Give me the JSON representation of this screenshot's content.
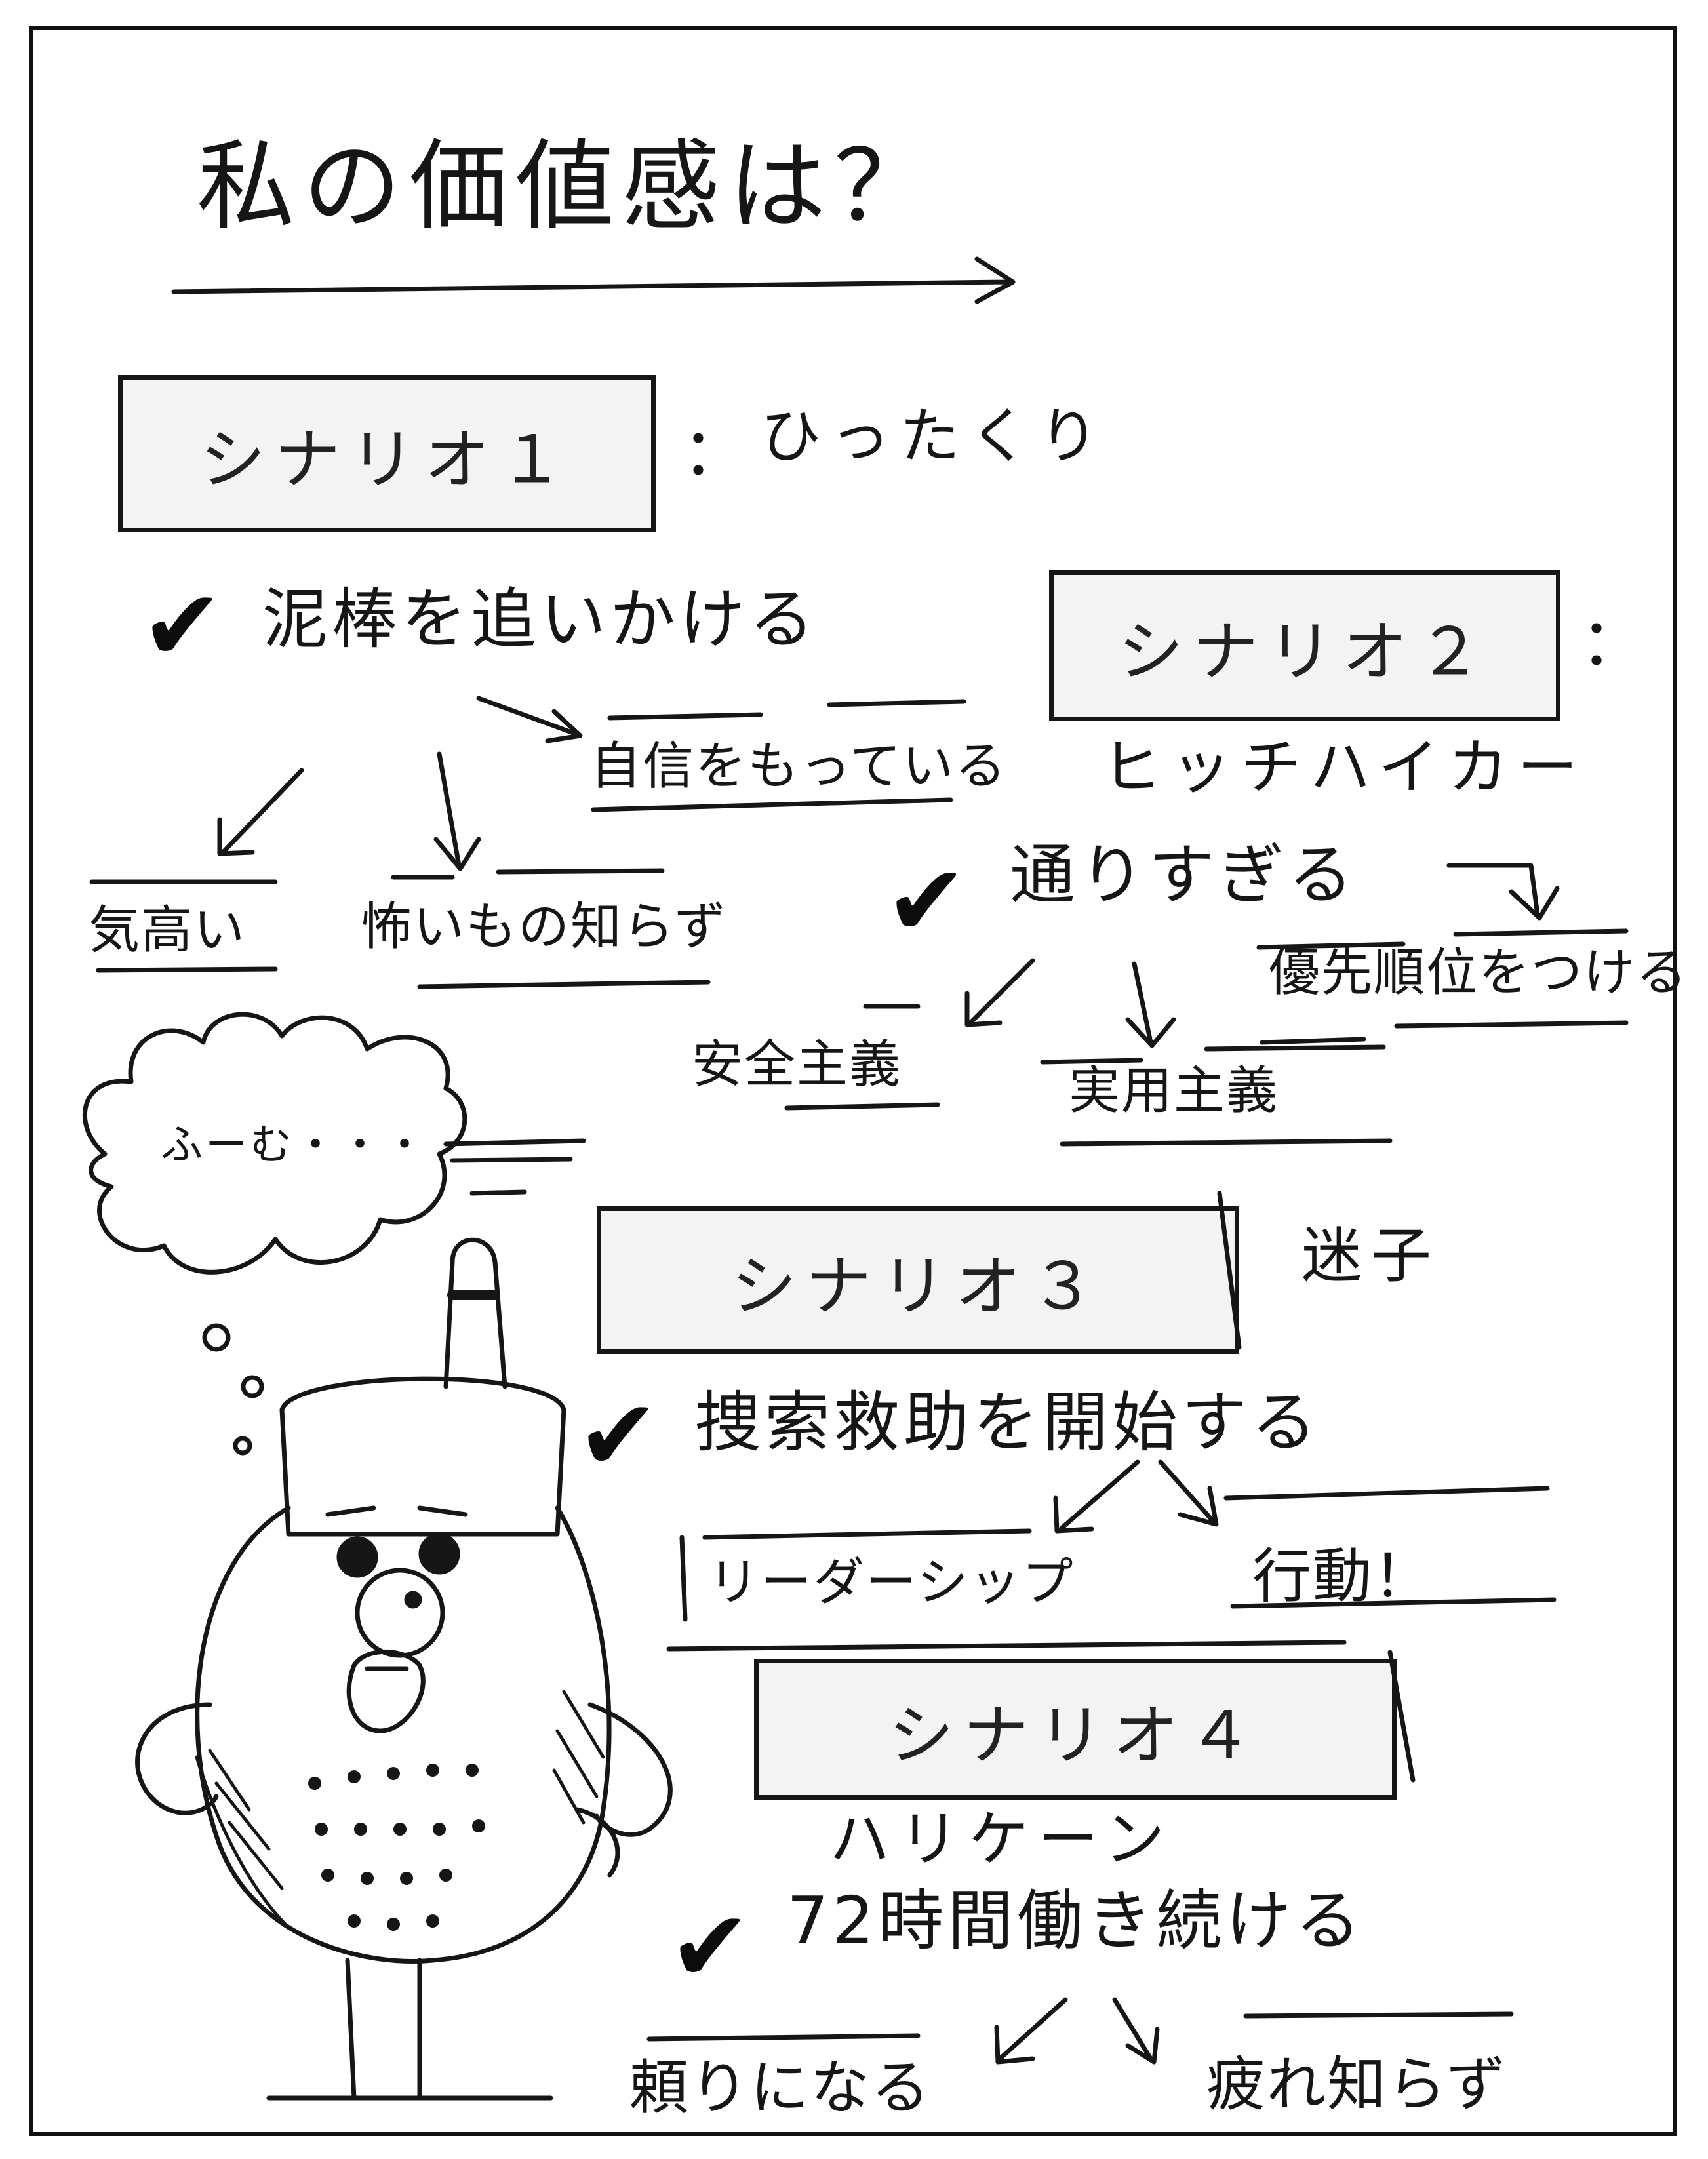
{
  "title": "私の価値感は？",
  "scenarios": [
    {
      "label": "シナリオ１",
      "separator": "：",
      "name": "ひったくり",
      "action": "泥棒を追いかける",
      "values": [
        "自信をもっている",
        "気高い",
        "怖いもの知らず"
      ]
    },
    {
      "label": "シナリオ２",
      "separator": "：",
      "name": "ヒッチハイカー",
      "action": "通りすぎる",
      "values": [
        "優先順位をつける",
        "安全主義",
        "実用主義"
      ]
    },
    {
      "label": "シナリオ３",
      "name": "迷子",
      "action": "捜索救助を開始する",
      "values": [
        "リーダーシップ",
        "行動！"
      ]
    },
    {
      "label": "シナリオ４",
      "name": "ハリケーン",
      "action": "72時間働き続ける",
      "values": [
        "頼りになる",
        "疲れ知らず"
      ]
    }
  ],
  "thought_bubble": "ふーむ・・・",
  "check_mark": "✔"
}
